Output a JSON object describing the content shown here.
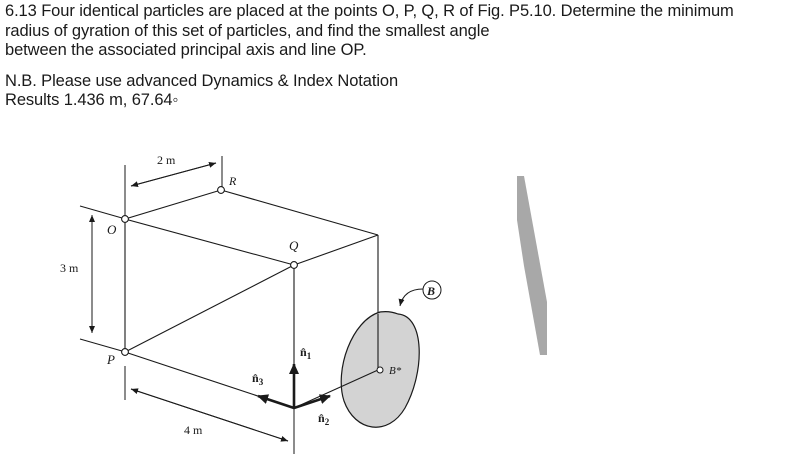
{
  "problem": {
    "statement_lines": [
      "6.13 Four identical particles are placed at the points O, P, Q, R of Fig. P5.10. Determine the minimum",
      "radius of gyration of this set of particles, and find the smallest angle",
      "between the associated principal axis and line OP."
    ],
    "note_lines": [
      "N.B. Please use advanced Dynamics & Index Notation",
      "Results 1.436 m, 67.64◦"
    ]
  },
  "figure": {
    "dimension_top": "2 m",
    "dimension_left": "3 m",
    "dimension_bottom": "4 m",
    "point_labels": {
      "O": "O",
      "P": "P",
      "Q": "Q",
      "R": "R"
    },
    "body_label": "B",
    "mass_center_label": "B*",
    "unit_vectors": {
      "n1_hat": "n̂",
      "n1_sub": "1",
      "n2_hat": "n̂",
      "n2_sub": "2",
      "n3_hat": "n̂",
      "n3_sub": "3"
    }
  }
}
